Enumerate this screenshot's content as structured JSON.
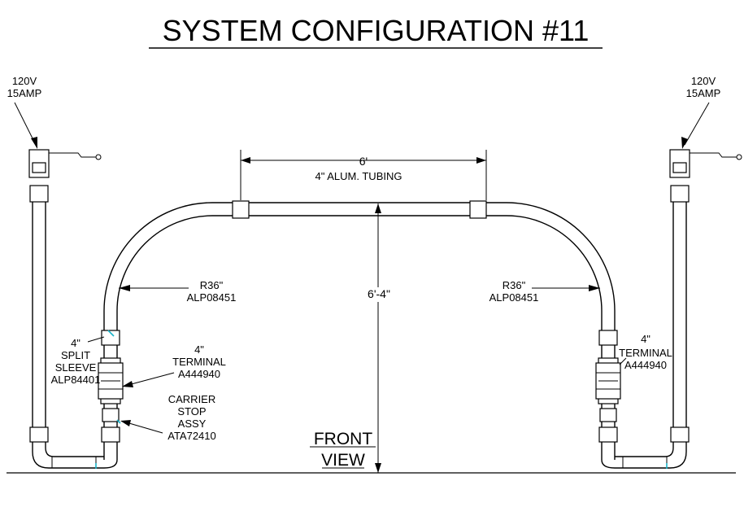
{
  "title": "SYSTEM CONFIGURATION #11",
  "view_label_line1": "FRONT",
  "view_label_line2": "VIEW",
  "power_left": {
    "line1": "120V",
    "line2": "15AMP"
  },
  "power_right": {
    "line1": "120V",
    "line2": "15AMP"
  },
  "span": {
    "dimension": "6'",
    "material": "4\" ALUM. TUBING"
  },
  "height": {
    "dimension": "6'-4\""
  },
  "bend_left": {
    "radius": "R36\"",
    "part": "ALP08451"
  },
  "bend_right": {
    "radius": "R36\"",
    "part": "ALP08451"
  },
  "split_sleeve": {
    "line1": "4\"",
    "line2": "SPLIT",
    "line3": "SLEEVE",
    "part": "ALP84401"
  },
  "terminal_left": {
    "line1": "4\"",
    "line2": "TERMINAL",
    "part": "A444940"
  },
  "terminal_right": {
    "line1": "4\"",
    "line2": "TERMINAL",
    "part": "A444940"
  },
  "carrier_stop": {
    "line1": "CARRIER",
    "line2": "STOP",
    "line3": "ASSY",
    "part": "ATA72410"
  },
  "colors": {
    "line": "#000000",
    "background": "#ffffff",
    "accent": "#1bb3c8"
  }
}
